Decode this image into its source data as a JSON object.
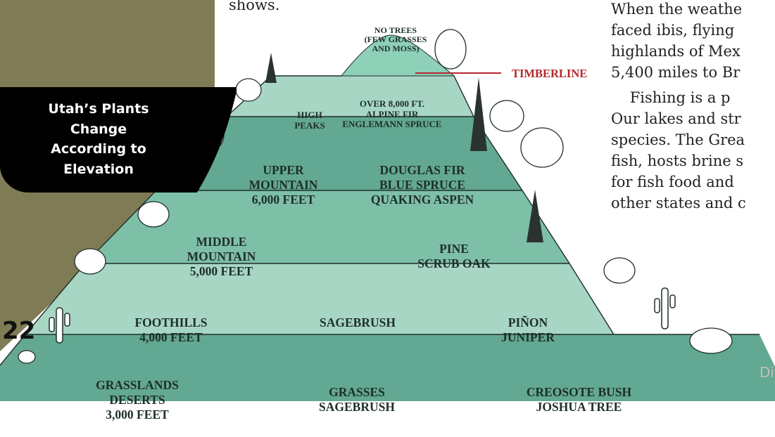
{
  "colors": {
    "sidebar": "#7f7b55",
    "title_box": "#000000",
    "zone_pale": "#a8d6c4",
    "zone_mid": "#7ebfa8",
    "zone_dark": "#63a892",
    "peak": "#8fd0b8",
    "timberline": "#b5282c",
    "text": "#1e2e2a"
  },
  "page_number": "22",
  "title": "Utah’s Plants\nChange\nAccording to\nElevation",
  "top_text": "shows.",
  "body_text": [
    "When the weathe",
    "faced ibis, flying",
    "highlands of Mex",
    "5,400 miles to Br",
    "    Fishing is a p",
    "Our lakes and str",
    "species. The Grea",
    "fish, hosts brine s",
    "for fish food and",
    "other states and c"
  ],
  "timberline_label": "TIMBERLINE",
  "corner_text": "Di",
  "zones": {
    "summit": [
      "NO TREES",
      "(FEW GRASSES",
      "AND MOSS)"
    ],
    "high_left": [
      "HIGH",
      "PEAKS"
    ],
    "high_right": [
      "OVER 8,000 FT.",
      "ALPINE FIR",
      "ENGLEMANN SPRUCE"
    ],
    "upper_left": [
      "UPPER",
      "MOUNTAIN",
      "6,000 FEET"
    ],
    "upper_right": [
      "DOUGLAS FIR",
      "BLUE SPRUCE",
      "QUAKING ASPEN"
    ],
    "middle_left": [
      "MIDDLE",
      "MOUNTAIN",
      "5,000 FEET"
    ],
    "middle_right": [
      "PINE",
      "SCRUB OAK"
    ],
    "foothills_left": [
      "FOOTHILLS",
      "4,000 FEET"
    ],
    "foothills_mid": [
      "SAGEBRUSH"
    ],
    "foothills_right": [
      "PIÑON",
      "JUNIPER"
    ],
    "base_left": [
      "GRASSLANDS",
      "DESERTS",
      "3,000 FEET"
    ],
    "base_mid": [
      "GRASSES",
      "SAGEBRUSH"
    ],
    "base_right": [
      "CREOSOTE BUSH",
      "JOSHUA TREE"
    ]
  }
}
